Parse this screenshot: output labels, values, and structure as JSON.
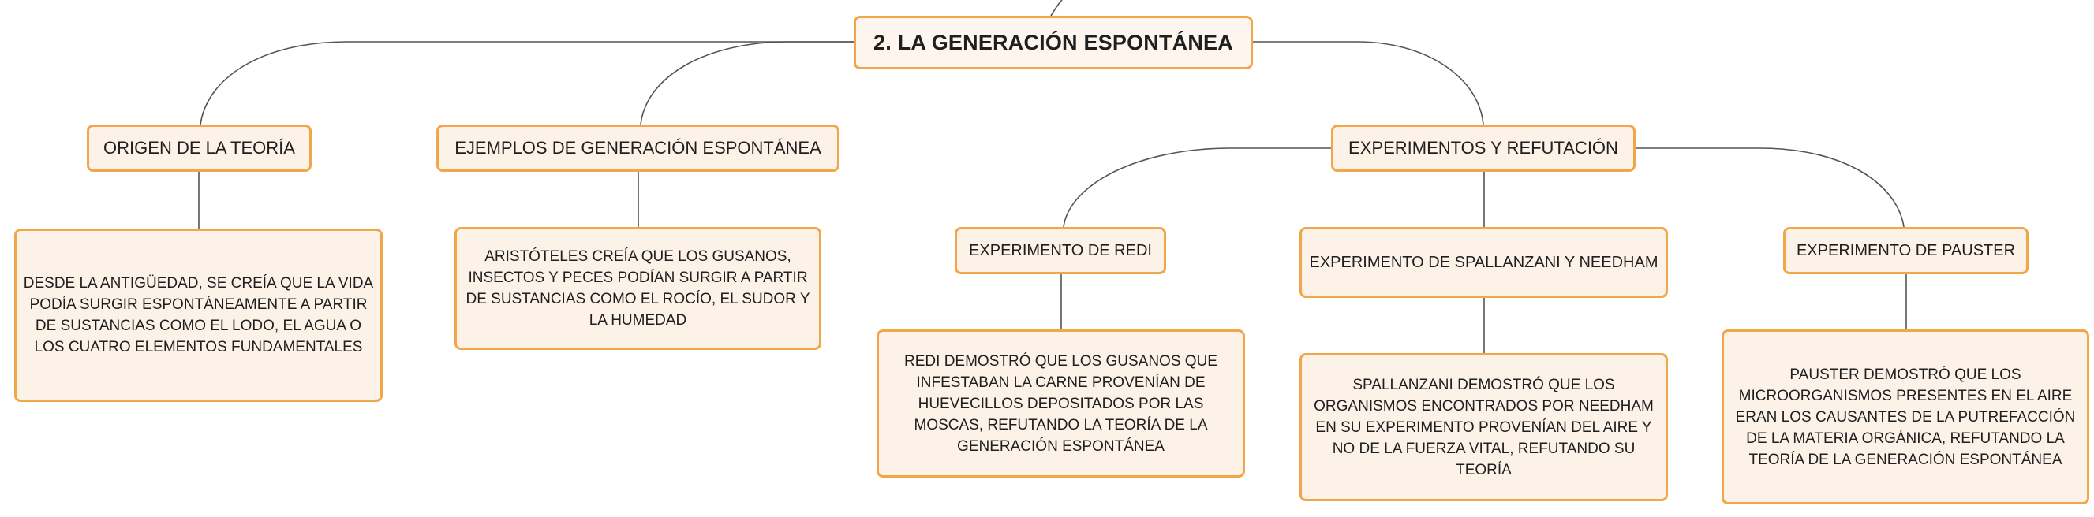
{
  "colors": {
    "node_border": "#f2a64a",
    "node_fill": "#fdf2e7",
    "connector": "#555555",
    "text": "#1f1f1f"
  },
  "root": {
    "label": "2. LA GENERACIÓN ESPONTÁNEA"
  },
  "origen": {
    "label": "ORIGEN DE LA TEORÍA",
    "description": "DESDE LA ANTIGÜEDAD, SE CREÍA QUE LA VIDA PODÍA SURGIR ESPONTÁNEAMENTE A PARTIR DE SUSTANCIAS COMO EL LODO, EL AGUA O LOS CUATRO ELEMENTOS FUNDAMENTALES"
  },
  "ejemplos": {
    "label": "EJEMPLOS DE GENERACIÓN ESPONTÁNEA",
    "description": "ARISTÓTELES CREÍA QUE LOS GUSANOS, INSECTOS Y PECES PODÍAN SURGIR A PARTIR DE SUSTANCIAS COMO EL ROCÍO, EL SUDOR Y LA HUMEDAD"
  },
  "experimentos": {
    "label": "EXPERIMENTOS Y REFUTACIÓN",
    "redi": {
      "label": "EXPERIMENTO DE REDI",
      "description": "REDI DEMOSTRÓ QUE LOS GUSANOS QUE INFESTABAN LA CARNE PROVENÍAN DE HUEVECILLOS DEPOSITADOS POR LAS MOSCAS, REFUTANDO LA TEORÍA DE LA GENERACIÓN ESPONTÁNEA"
    },
    "spallanzani": {
      "label": "EXPERIMENTO DE SPALLANZANI Y NEEDHAM",
      "description": "SPALLANZANI DEMOSTRÓ QUE LOS ORGANISMOS ENCONTRADOS POR NEEDHAM EN SU EXPERIMENTO PROVENÍAN DEL AIRE Y NO DE LA FUERZA VITAL, REFUTANDO SU TEORÍA"
    },
    "pauster": {
      "label": "EXPERIMENTO DE PAUSTER",
      "description": "PAUSTER DEMOSTRÓ QUE LOS MICROORGANISMOS PRESENTES EN EL AIRE ERAN LOS CAUSANTES DE LA PUTREFACCIÓN DE LA MATERIA ORGÁNICA, REFUTANDO LA TEORÍA DE LA GENERACIÓN ESPONTÁNEA"
    }
  }
}
